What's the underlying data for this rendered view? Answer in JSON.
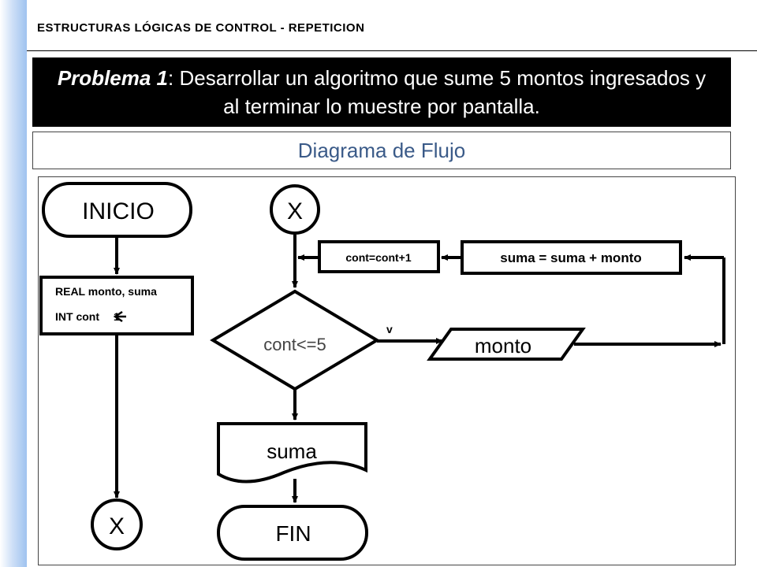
{
  "header": {
    "title": "ESTRUCTURAS LÓGICAS DE CONTROL - REPETICION"
  },
  "problem": {
    "label": "Problema 1",
    "separator": ": ",
    "text": "Desarrollar un algoritmo que sume 5 montos ingresados y al terminar lo muestre por pantalla."
  },
  "subtitle": "Diagrama de Flujo",
  "flowchart": {
    "start": "INICIO",
    "declare_line1": "REAL monto, suma",
    "declare_line2_prefix": "INT cont ",
    "declare_line2_suffix": "1",
    "connector_bottom": "X",
    "connector_top": "X",
    "increment": "cont=cont+1",
    "accumulate": "suma = suma + monto",
    "condition": "cont<=5",
    "true_label": "v",
    "input": "monto",
    "output": "suma",
    "end": "FIN"
  }
}
